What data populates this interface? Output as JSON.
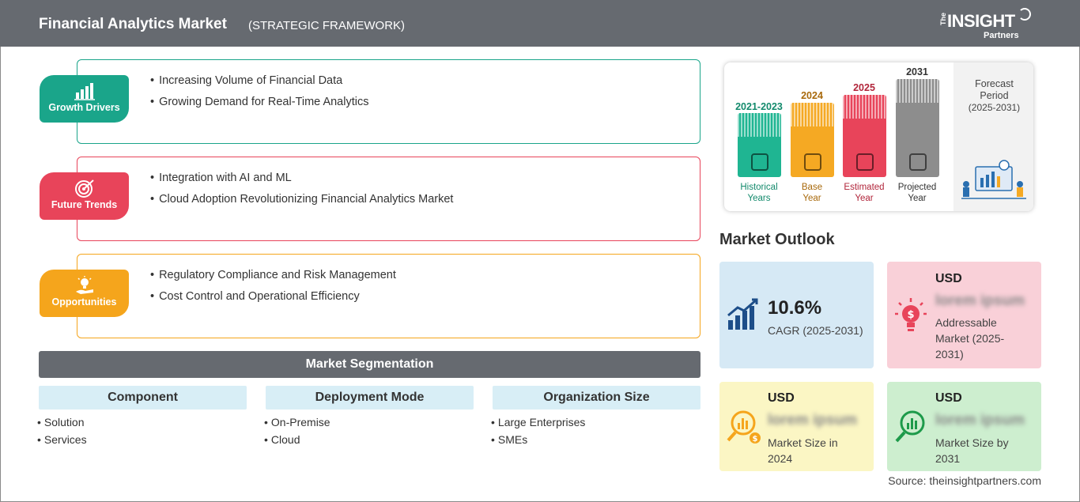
{
  "header": {
    "title": "Financial Analytics Market",
    "subtitle": "(STRATEGIC FRAMEWORK)",
    "logo": {
      "the": "The",
      "insight": "INSIGHT",
      "partners": "Partners"
    }
  },
  "framework": [
    {
      "label": "Growth Drivers",
      "color": "#1aa58a",
      "icon": "bar-chart-icon",
      "items": [
        "Increasing Volume of Financial Data",
        "Growing Demand for Real-Time Analytics"
      ]
    },
    {
      "label": "Future Trends",
      "color": "#e8445a",
      "icon": "target-icon",
      "items": [
        "Integration with AI and ML",
        "Cloud Adoption Revolutionizing Financial Analytics Market"
      ]
    },
    {
      "label": "Opportunities",
      "color": "#f5a51c",
      "icon": "lightbulb-hand-icon",
      "items": [
        "Regulatory Compliance and Risk Management",
        "Cost Control and Operational Efficiency"
      ]
    }
  ],
  "segmentation": {
    "title": "Market Segmentation",
    "columns": [
      {
        "head": "Component",
        "items": [
          "Solution",
          "Services"
        ]
      },
      {
        "head": "Deployment Mode",
        "items": [
          "On-Premise",
          "Cloud"
        ]
      },
      {
        "head": "Organization Size",
        "items": [
          "Large Enterprises",
          "SMEs"
        ]
      }
    ]
  },
  "timeline": {
    "bars": [
      {
        "year": "2021-2023",
        "label1": "Historical",
        "label2": "Years",
        "color": "#1fb592",
        "text_color": "#138a6c"
      },
      {
        "year": "2024",
        "label1": "Base",
        "label2": "Year",
        "color": "#f5a923",
        "text_color": "#a8690b"
      },
      {
        "year": "2025",
        "label1": "Estimated",
        "label2": "Year",
        "color": "#e8445a",
        "text_color": "#b1253a"
      },
      {
        "year": "2031",
        "label1": "Projected",
        "label2": "Year",
        "color": "#8d8d8d",
        "text_color": "#333333"
      }
    ],
    "forecast_line1": "Forecast",
    "forecast_line2": "Period",
    "forecast_line3": "(2025-2031)"
  },
  "outlook": {
    "title": "Market Outlook",
    "cagr": {
      "value": "10.6%",
      "label": "CAGR (2025-2031)",
      "bg": "#d6e9f5"
    },
    "addressable": {
      "usd": "USD",
      "value": "lorem ipsum",
      "label1": "Addressable",
      "label2": "Market (2025-",
      "label3": "2031)",
      "bg": "#f9d0d8"
    },
    "size2024": {
      "usd": "USD",
      "value": "lorem ipsum",
      "label1": "Market Size in",
      "label2": "2024",
      "bg": "#fbf6c4"
    },
    "size2031": {
      "usd": "USD",
      "value": "lorem ipsum",
      "label1": "Market Size by",
      "label2": "2031",
      "bg": "#cdeecf"
    }
  },
  "source": "Source: theinsightpartners.com"
}
